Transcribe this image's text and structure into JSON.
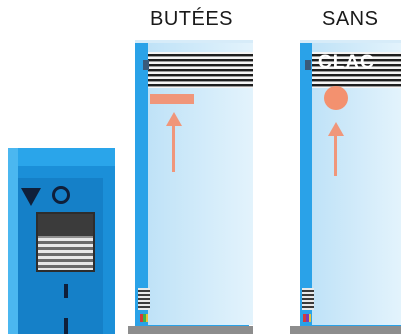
{
  "labels": {
    "with_stops": "BUTÉES",
    "without": "SANS",
    "clac": "CLAC"
  },
  "colors": {
    "device_blue": "#1b8fd8",
    "panel_light": "#d6eefb",
    "stop_indicator": "#f0967a",
    "dark": "#0f1f3a"
  },
  "icons": [
    "triangle-down-icon",
    "circle-icon",
    "up-arrow-icon",
    "stop-dot-icon"
  ]
}
